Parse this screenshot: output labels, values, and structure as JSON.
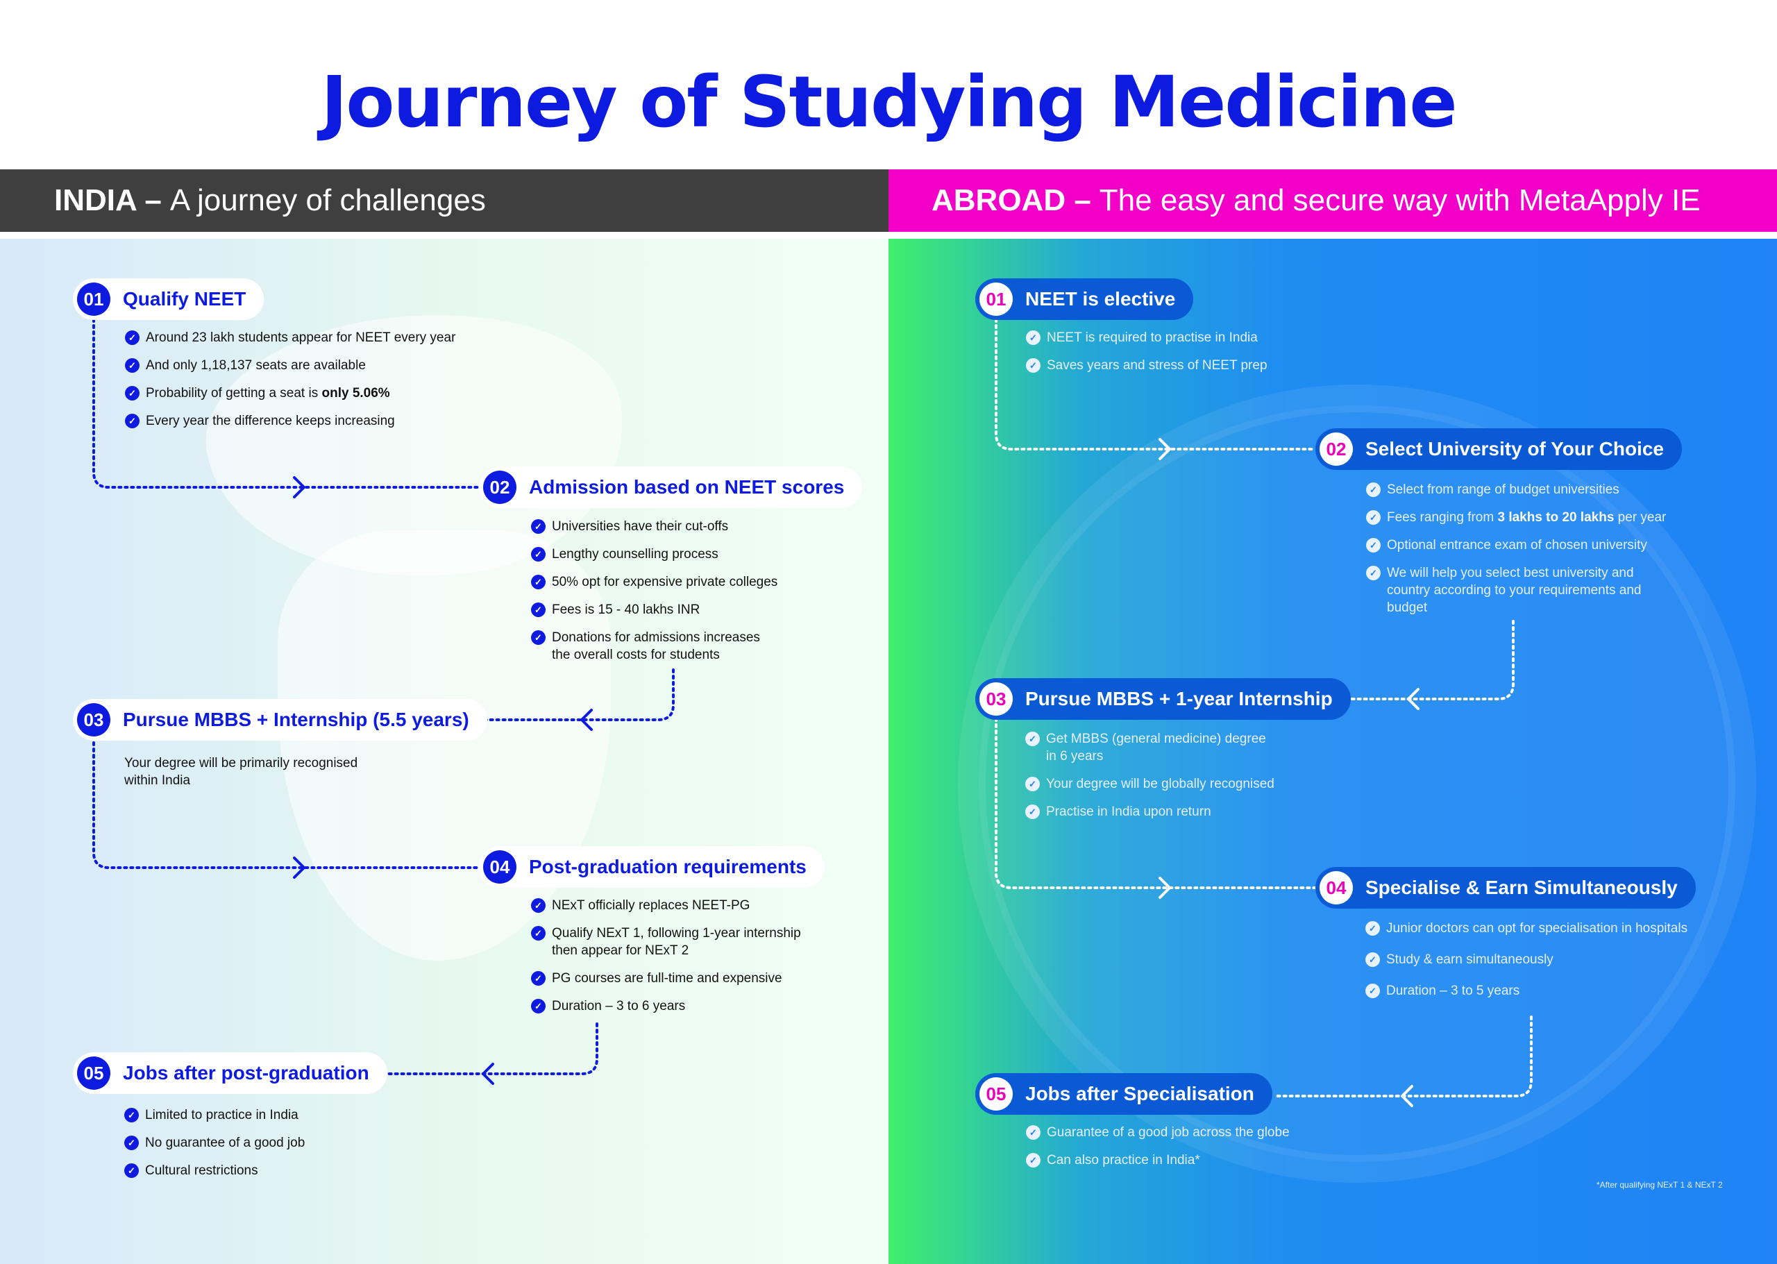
{
  "title": "Journey of Studying Medicine",
  "india": {
    "heading_bold": "INDIA –",
    "heading_rest": "A journey of challenges",
    "steps": [
      {
        "num": "01",
        "title": "Qualify NEET",
        "points": [
          "Around 23 lakh students appear for NEET every year",
          "And only 1,18,137 seats are available",
          "Probability of getting a seat is",
          "Every year the difference keeps increasing"
        ],
        "bold_extra": "only 5.06%"
      },
      {
        "num": "02",
        "title": "Admission based on NEET scores",
        "points": [
          "Universities have their cut-offs",
          "Lengthy counselling process",
          "50% opt for expensive private colleges",
          "Fees is 15 - 40 lakhs INR",
          "Donations for admissions increases the overall costs for students"
        ]
      },
      {
        "num": "03",
        "title": "Pursue MBBS + Internship (5.5 years)",
        "text": "Your degree will be primarily recognised within India"
      },
      {
        "num": "04",
        "title": "Post-graduation requirements",
        "points": [
          "NExT officially replaces NEET-PG",
          "Qualify NExT 1, following 1-year internship then appear for NExT 2",
          "PG courses are full-time and expensive",
          "Duration – 3 to 6 years"
        ]
      },
      {
        "num": "05",
        "title": "Jobs after post-graduation",
        "points": [
          "Limited to practice in India",
          "No guarantee of a good job",
          "Cultural restrictions"
        ]
      }
    ]
  },
  "abroad": {
    "heading_bold": "ABROAD –",
    "heading_rest": "The easy and secure way with MetaApply IE",
    "steps": [
      {
        "num": "01",
        "title": "NEET is elective",
        "points": [
          "NEET is required to practise in India",
          "Saves years and stress of NEET prep"
        ]
      },
      {
        "num": "02",
        "title": "Select University of Your Choice",
        "points": [
          "Select from range of budget universities",
          "Fees ranging from",
          "Optional entrance exam of chosen university",
          "We will help you select best university and country according to your requirements and budget"
        ],
        "fee_bold": "3 lakhs to 20 lakhs",
        "fee_tail": "per year"
      },
      {
        "num": "03",
        "title": "Pursue MBBS + 1-year Internship",
        "points": [
          "Get MBBS (general medicine) degree in 6 years",
          "Your degree will be globally recognised",
          "Practise in India upon return"
        ]
      },
      {
        "num": "04",
        "title": "Specialise & Earn Simultaneously",
        "points": [
          "Junior doctors can opt for specialisation in hospitals",
          "Study & earn simultaneously",
          "Duration – 3 to 5 years"
        ]
      },
      {
        "num": "05",
        "title": "Jobs after Specialisation",
        "points": [
          "Guarantee of a good job across the globe",
          "Can also practice in India*"
        ]
      }
    ],
    "footnote": "*After qualifying NExT 1 & NExT 2"
  },
  "colors": {
    "brand_blue": "#0d1be0",
    "magenta": "#f200c7",
    "dark_band": "#3f3f3f",
    "abroad_blue": "#1f83f5",
    "abroad_green": "#3fef6b"
  },
  "icons": {
    "bullet": "check-badge-icon",
    "arrow": "chevron-arrow-icon"
  }
}
